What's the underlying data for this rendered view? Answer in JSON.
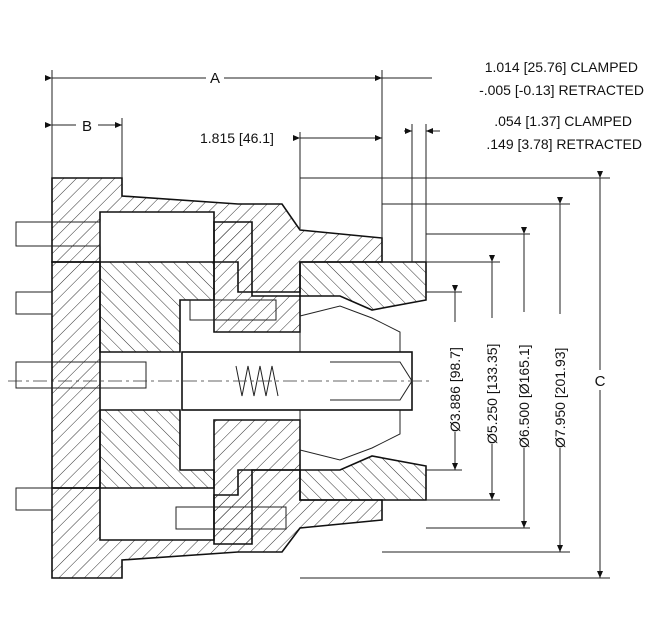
{
  "dimensions": {
    "a": "A",
    "b": "B",
    "c": "C",
    "stroke_total_clamped": "1.014 [25.76] CLAMPED",
    "stroke_total_retracted": "-.005 [-0.13] RETRACTED",
    "depth": "1.815 [46.1]",
    "stroke_small_clamped": ".054 [1.37] CLAMPED",
    "stroke_small_retracted": ".149 [3.78] RETRACTED",
    "dia_1": "Ø3.886 [98.7]",
    "dia_2": "Ø5.250 [133.35]",
    "dia_3": "Ø6.500 [Ø165.1]",
    "dia_4": "Ø7.950 [201.93]"
  }
}
